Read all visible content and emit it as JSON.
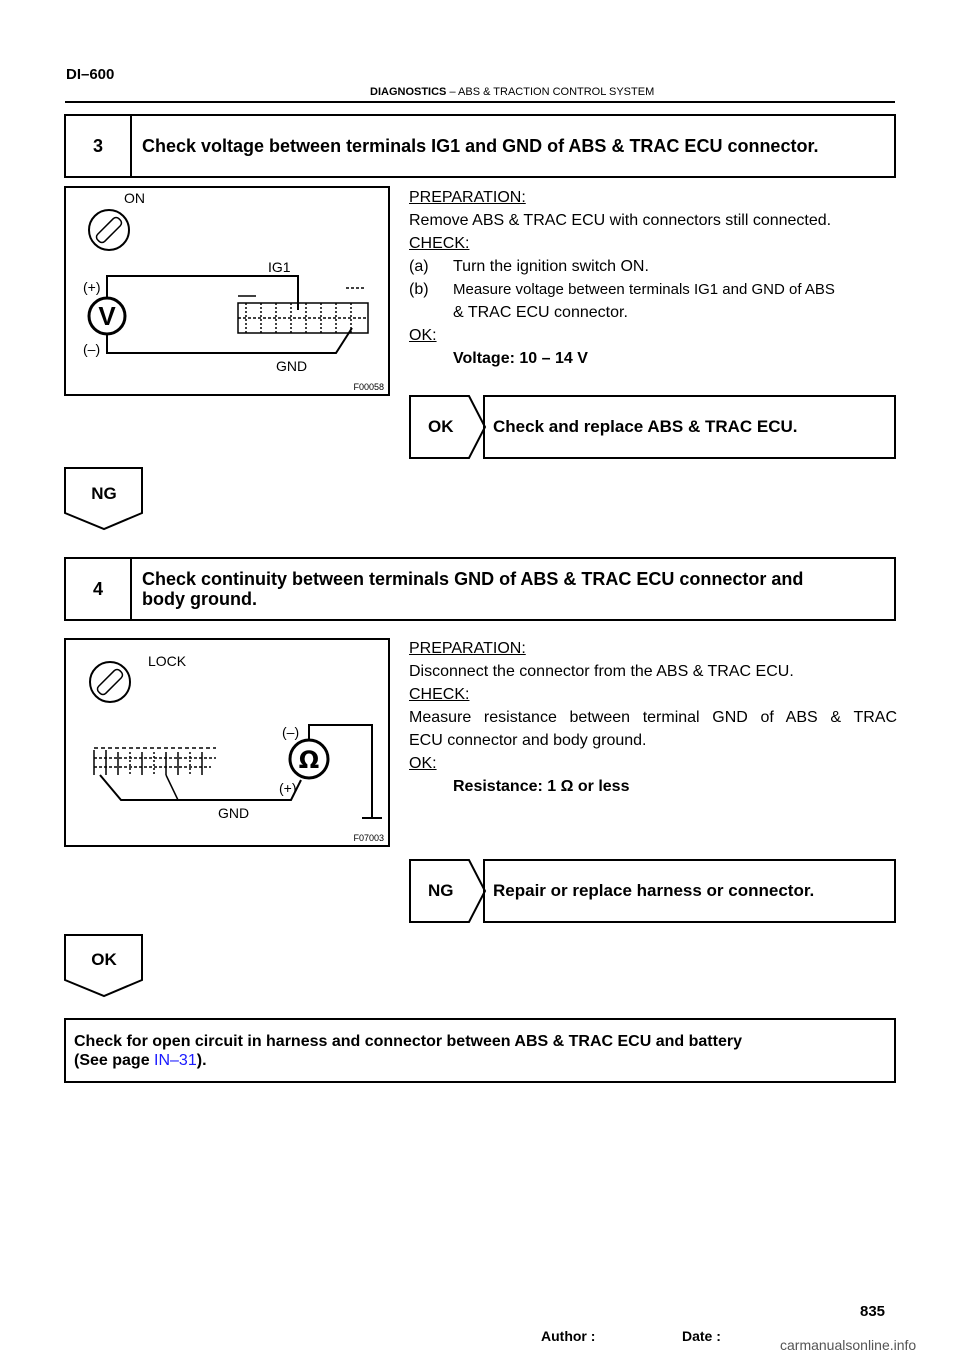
{
  "header": {
    "page_id": "DI–600",
    "section": "DIAGNOSTICS",
    "sep": " – ",
    "subsection": "ABS & TRACTION CONTROL SYSTEM"
  },
  "step3": {
    "number": "3",
    "title": "Check voltage between terminals IG1 and GND of ABS & TRAC ECU connector.",
    "figure": {
      "id": "F00058",
      "on_label": "ON",
      "ig1_label": "IG1",
      "plus_label": "(+)",
      "minus_label": "(–)",
      "gnd_label": "GND",
      "meter_label": "V"
    },
    "preparation_label": "PREPARATION:",
    "preparation_text": "Remove ABS & TRAC ECU with connectors still connected.",
    "check_label": "CHECK:",
    "check_items": [
      {
        "key": "(a)",
        "text": "Turn the ignition switch ON."
      },
      {
        "key": "(b)",
        "text": "Measure voltage between terminals IG1 and GND of ABS",
        "cont": "& TRAC ECU connector."
      }
    ],
    "ok_label": "OK:",
    "ok_value": "Voltage: 10 – 14 V",
    "result_label": "OK",
    "result_text": "Check and replace ABS & TRAC ECU.",
    "flow_label": "NG"
  },
  "step4": {
    "number": "4",
    "title_line1": "Check continuity between terminals GND of ABS & TRAC ECU connector and",
    "title_line2": "body ground.",
    "figure": {
      "id": "F07003",
      "lock_label": "LOCK",
      "minus_label": "(–)",
      "plus_label": "(+)",
      "gnd_label": "GND",
      "meter_label": "Ω"
    },
    "preparation_label": "PREPARATION:",
    "preparation_text": "Disconnect the connector from the ABS & TRAC ECU.",
    "check_label": "CHECK:",
    "check_text_line1": "Measure resistance between terminal GND of ABS & TRAC",
    "check_text_line2": "ECU connector and body ground.",
    "ok_label": "OK:",
    "ok_value": "Resistance: 1 Ω or less",
    "result_label": "NG",
    "result_text": "Repair or replace harness or connector.",
    "flow_label": "OK"
  },
  "final": {
    "line1": "Check for open circuit in harness and connector between ABS & TRAC ECU and battery",
    "line2_pre": "(See page ",
    "link": "IN–31",
    "line2_post": ")."
  },
  "footer": {
    "author_label": "Author :",
    "date_label": "Date :",
    "page_number": "835",
    "watermark": "carmanualsonline.info"
  }
}
